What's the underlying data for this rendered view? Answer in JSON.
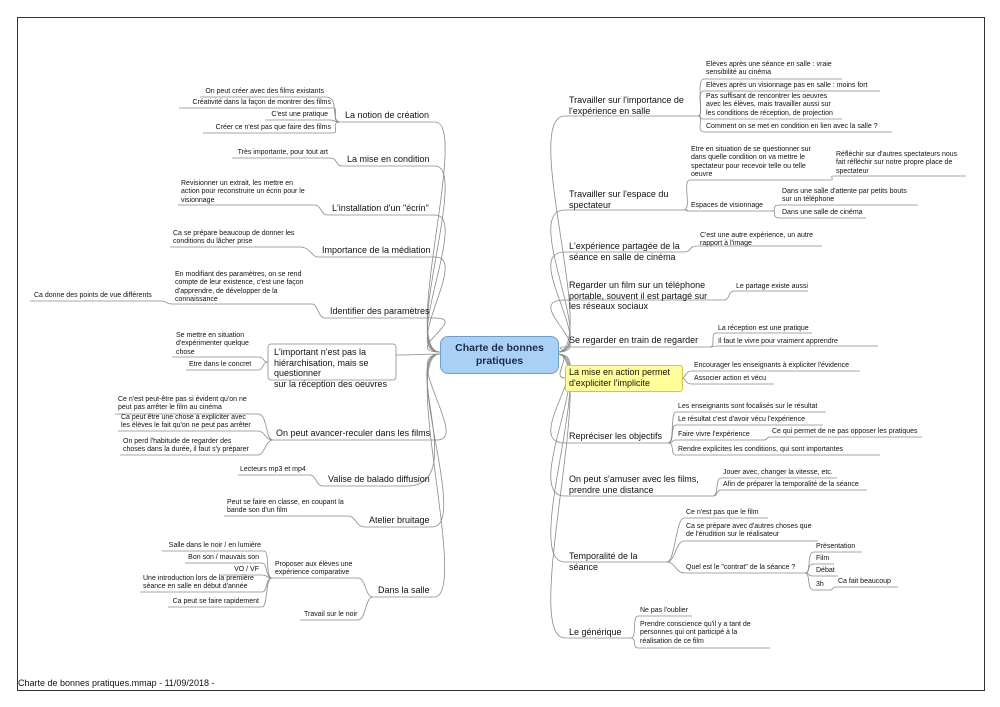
{
  "root": "Charte de bonnes\npratiques",
  "footer": "Charte de bonnes pratiques.mmap - 11/09/2018 -",
  "left": [
    {
      "label": "La notion de création",
      "children": [
        "On peut créer avec des films existants",
        "Créativité dans la façon de montrer des films",
        "C'est une pratique",
        "Créer ce n'est pas que faire des films"
      ]
    },
    {
      "label": "La mise en condition",
      "children": [
        "Très importante, pour tout art"
      ]
    },
    {
      "label": "L'installation d'un \"écrin\"",
      "children": [
        "Revisionner un extrait, les mettre en\naction pour reconstruire un écrin pour le\nvisionnage"
      ]
    },
    {
      "label": "Importance de la médiation",
      "children": [
        "Ca se prépare beaucoup de donner les\nconditions du lâcher prise"
      ]
    },
    {
      "label": "Identifier des paramètres",
      "children": [
        "En modifiant des paramètres, on se rend\ncompte de leur existence, c'est une façon\nd'apprendre, de développer de la\nconnaissance",
        "Ca donne des points de vue différents"
      ]
    },
    {
      "label": "L'important n'est pas la\nhiérarchisation, mais se questionner\nsur la réception des oeuvres",
      "children": [
        "Se mettre en situation\nd'expérimenter quelque\nchose",
        "Etre dans le concret"
      ]
    },
    {
      "label": "On peut avancer-reculer dans les films",
      "children": [
        "Ce n'est peut-être pas si évident qu'on ne\npeut pas arrêter le film au cinéma",
        "Ca peut être une chose à expliciter avec\nles élèves le fait qu'on ne peut pas arrêter",
        "On perd l'habitude de regarder des\nchoses dans la durée, il faut s'y préparer"
      ]
    },
    {
      "label": "Valise de balado diffusion",
      "children": [
        "Lecteurs mp3 et mp4"
      ]
    },
    {
      "label": "Atelier bruitage",
      "children": [
        "Peut se faire en classe, en coupant la\nbande son d'un film"
      ]
    },
    {
      "label": "Dans la salle",
      "children": [
        "Proposer aux élèves une\nexpérience comparative",
        "Salle dans le noir / en lumière",
        "Bon son / mauvais son",
        "VO / VF",
        "Une introduction lors de la première\nséance en salle en début d'année",
        "Ca peut se faire rapidement",
        "Travail sur le noir"
      ]
    }
  ],
  "right": [
    {
      "label": "Travailler sur l'importance de\nl'expérience en salle",
      "children": [
        "Elèves après une séance en salle : vraie\nsensibilité au cinéma",
        "Elèves après un visionnage pas en salle : moins fort",
        "Pas suffisant de rencontrer les oeuvres\navec les élèves, mais travailler aussi sur\nles conditions de réception, de projection",
        "Comment on se met en condition en lien avec la salle ?"
      ]
    },
    {
      "label": "Travailler sur l'espace du\nspectateur",
      "children": [
        "Etre en situation de se questionner sur\ndans quelle condition on va mettre le\nspectateur pour recevoir telle ou telle\noeuvre",
        "Réfléchir sur d'autres spectateurs nous\nfait réfléchir sur notre propre place de\nspectateur",
        "Espaces de visionnage",
        "Dans une salle d'attente par petits bouts\nsur un téléphone",
        "Dans une salle de cinéma"
      ]
    },
    {
      "label": "L'expérience partagée de la\nséance en salle de cinéma",
      "children": [
        "C'est une autre expérience, un autre\nrapport à l'image"
      ]
    },
    {
      "label": "Regarder un film sur un téléphone\nportable, souvent il est partagé sur\nles réseaux sociaux",
      "children": [
        "Le partage existe aussi"
      ]
    },
    {
      "label": "Se regarder en train de regarder",
      "children": [
        "La réception est une pratique",
        "Il faut le vivre pour vraiment apprendre"
      ]
    },
    {
      "label": "La mise en action permet\nd'expliciter l'implicite",
      "children": [
        "Encourager les enseignants à expliciter l'évidence",
        "Associer action et vécu"
      ]
    },
    {
      "label": "Repréciser les objectifs",
      "children": [
        "Les enseignants sont focalisés sur le résultat",
        "Le résultat c'est d'avoir vécu l'expérience",
        "Faire vivre l'expérience",
        "Ce qui permet de ne pas opposer les pratiques",
        "Rendre explicites les conditions, qui sont importantes"
      ]
    },
    {
      "label": "On peut s'amuser avec les films,\nprendre une distance",
      "children": [
        "Jouer avec, changer la vitesse, etc.",
        "Afin de préparer la temporalité de la séance"
      ]
    },
    {
      "label": "Temporalité de la séance",
      "children": [
        "Ce n'est pas que le film",
        "Ca se prépare avec d'autres choses que\nde l'érudition sur le réalisateur",
        "Quel est le \"contrat\" de la séance ?",
        "Présentation",
        "Film",
        "Débat",
        "3h",
        "Ca fait beaucoup"
      ]
    },
    {
      "label": "Le générique",
      "children": [
        "Ne pas l'oublier",
        "Prendre conscience qu'il y a tant de\npersonnes qui ont participé à la\nréalisation de ce film"
      ]
    }
  ],
  "colors": {
    "root_fill": "#a9d0f5",
    "highlight_fill": "#ffff99",
    "line": "#8a8a8a"
  }
}
